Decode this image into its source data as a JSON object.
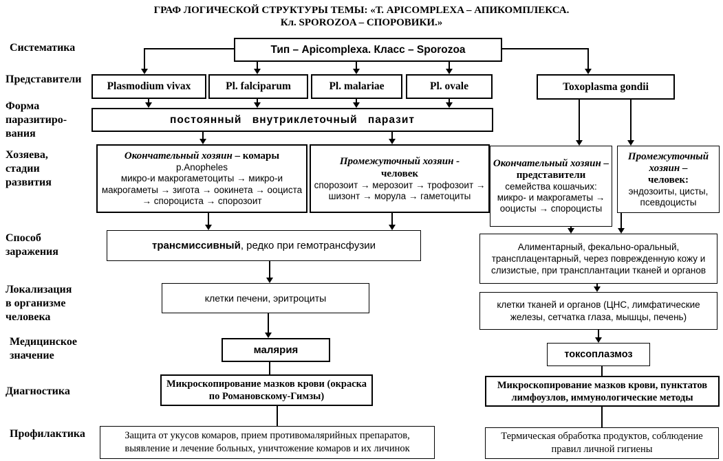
{
  "title": {
    "line1": "ГРАФ ЛОГИЧЕСКОЙ СТРУКТУРЫ ТЕМЫ: «Т. APICOMPLEXA – АПИКОМПЛЕКСА.",
    "line2": "Кл. SPOROZOA – СПОРОВИКИ.»"
  },
  "row_labels": {
    "systematics": "Систематика",
    "representatives": "Представители",
    "parasitism_form": "Форма\nпаразитиро-\nвания",
    "hosts": "Хозяева,\nстадии\nразвития",
    "infection_route": "Способ\nзаражения",
    "localization": "Локализация\nв организме\nчеловека",
    "medical_significance": "Медицинское\nзначение",
    "diagnostics": "Диагностика",
    "prevention": "Профилактика"
  },
  "nodes": {
    "taxonomy": "Тип – Apicomplexa. Класс – Sporozoa",
    "vivax": "Plasmodium vivax",
    "falciparum": "Pl. falciparum",
    "malariae": "Pl. malariae",
    "ovale": "Pl. ovale",
    "toxoplasma": "Toxoplasma gondii",
    "parasitism_form": "постоянный внутриклеточный паразит",
    "host_mosquito": {
      "heading_italic": "Окончательный хозяин",
      "heading_bold": " – комары",
      "subheading": "р.Anopheles",
      "body": "микро-и макрогаметоциты → микро-и макрогаметы → зигота → оокинета → ооциста → спороциста → спорозоит"
    },
    "host_human_malaria": {
      "heading_italic": "Промежуточный хозяин -",
      "heading_bold": "человек",
      "body": "спорозоит → мерозоит → трофозоит → шизонт → морула → гаметоциты"
    },
    "host_cats": {
      "heading_italic": "Окончательный хозяин –",
      "heading_bold": "представители",
      "body": "семейства кошачьих: микро- и макрогаметы → ооцисты → спороцисты"
    },
    "host_human_toxo": {
      "heading_italic": "Промежуточный хозяин –",
      "heading_bold": "человек:",
      "body": "эндозоиты, цисты, псевдоцисты"
    },
    "infection_malaria": {
      "bold": "трансмиссивный",
      "rest": ", редко при гемотрансфузии"
    },
    "infection_toxo": "Алиментарный, фекально-оральный, трансплацентарный, через поврежденную кожу и слизистые, при трансплантации тканей и органов",
    "localization_malaria": "клетки печени, эритроциты",
    "localization_toxo": "клетки тканей и органов (ЦНС, лимфатические железы, сетчатка глаза, мышцы, печень)",
    "significance_malaria": "малярия",
    "significance_toxo": "токсоплазмоз",
    "diagnostics_malaria": "Микроскопирование мазков крови (окраска по Романовскому-Гимзы)",
    "diagnostics_toxo": "Микроскопирование мазков крови, пунктатов лимфоузлов, иммунологические методы",
    "prevention_malaria": "Защита от укусов комаров, прием противомалярийных препаратов, выявление и лечение больных, уничтожение комаров и их личинок",
    "prevention_toxo": "Термическая обработка продуктов, соблюдение правил личной гигиены"
  }
}
